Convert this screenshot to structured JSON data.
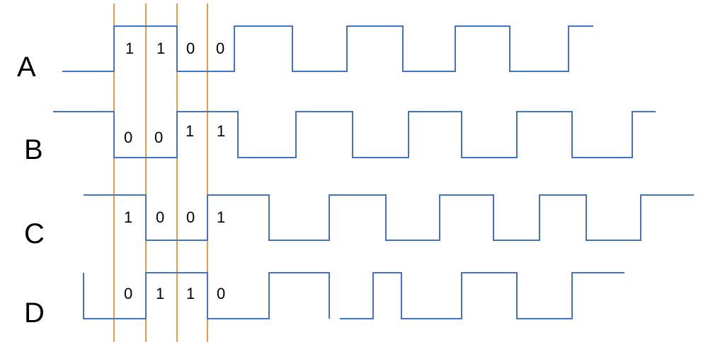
{
  "colors": {
    "waveform": "#4472c4",
    "marker": "#ed9a4a",
    "text": "#000000"
  },
  "signals": [
    {
      "label": "A",
      "bits": [
        "1",
        "1",
        "0",
        "0"
      ]
    },
    {
      "label": "B",
      "bits": [
        "0",
        "0",
        "1",
        "1"
      ]
    },
    {
      "label": "C",
      "bits": [
        "1",
        "0",
        "0",
        "1"
      ]
    },
    {
      "label": "D",
      "bits": [
        "0",
        "1",
        "1",
        "0"
      ]
    }
  ]
}
